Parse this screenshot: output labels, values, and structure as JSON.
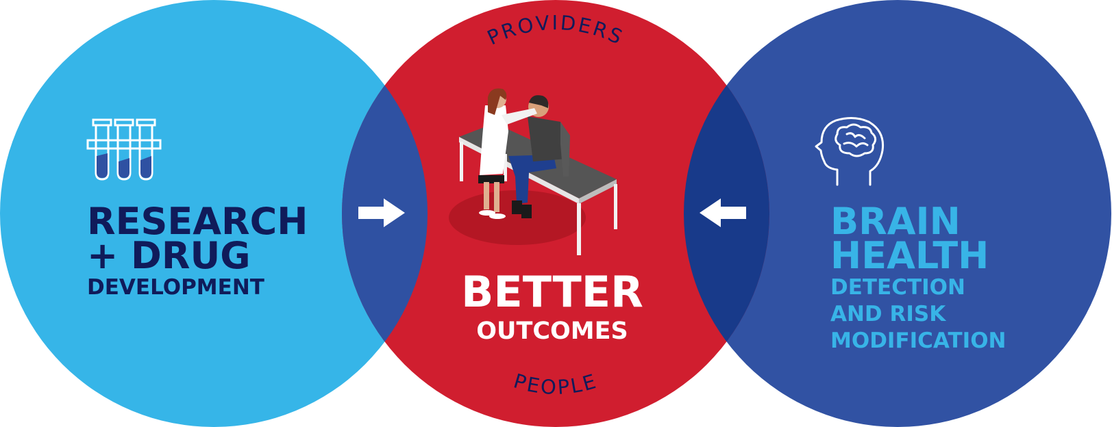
{
  "colors": {
    "left_circle": "#36b5e8",
    "center_circle": "#d01e2f",
    "right_circle": "#3152a3",
    "overlap": "#2f51a2",
    "overlap_dark": "#183a8a",
    "left_text": "#101b5a",
    "right_text": "#38b4e7",
    "white": "#ffffff"
  },
  "left": {
    "icon": "test-tubes-icon",
    "title_line1": "RESEARCH",
    "title_line2": "+ DRUG",
    "subtitle": "DEVELOPMENT"
  },
  "center": {
    "arc_top": "PROVIDERS",
    "arc_bottom": "PEOPLE",
    "illustration": "doctor-patient-exam-icon",
    "title": "BETTER",
    "subtitle": "OUTCOMES"
  },
  "right": {
    "icon": "brain-head-icon",
    "title_line1": "BRAIN",
    "title_line2": "HEALTH",
    "subtitle_line1": "DETECTION",
    "subtitle_line2": "AND RISK",
    "subtitle_line3": "MODIFICATION"
  },
  "arrows": {
    "left_icon": "arrow-right-icon",
    "right_icon": "arrow-left-icon"
  }
}
